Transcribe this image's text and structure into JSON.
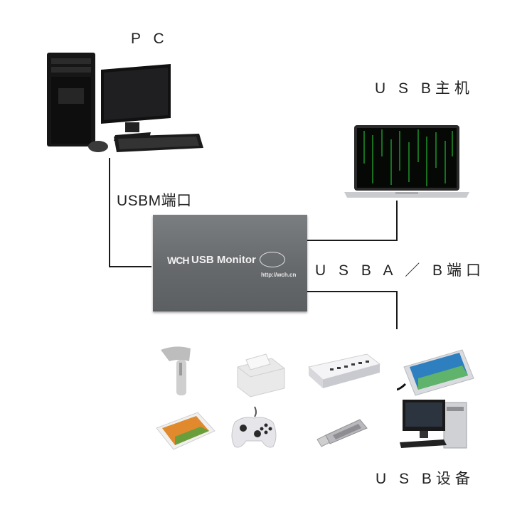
{
  "labels": {
    "pc": "P C",
    "usb_host": "U S B主机",
    "usbm_port": "USBM端口",
    "usb_ab_port": "U S B A ／ B端口",
    "usb_devices": "U S B设备"
  },
  "monitor_box": {
    "brand": "WCH",
    "model": "USB Monitor",
    "url": "http://wch.cn"
  },
  "colors": {
    "line": "#1a1a1a",
    "box_face": "#6f7275",
    "box_text": "#f2f2f2"
  },
  "icons": {
    "pc": "desktop-computer-icon",
    "usb_host": "laptop-icon",
    "devices": [
      "barcode-scanner-icon",
      "receipt-printer-icon",
      "usb-hub-icon",
      "smartphone-icon",
      "tablet-icon",
      "gamepad-icon",
      "usb-flash-drive-icon",
      "desktop-pc-icon"
    ]
  }
}
